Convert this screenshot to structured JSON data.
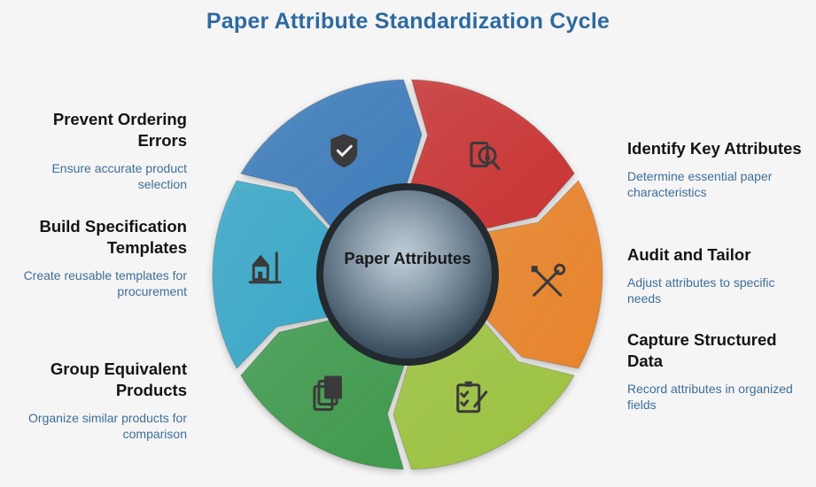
{
  "title": "Paper Attribute Standardization Cycle",
  "center_label": "Paper Attributes",
  "steps": {
    "prevent": {
      "title": "Prevent Ordering Errors",
      "desc": "Ensure accurate product selection",
      "icon": "shield-check-icon",
      "color": "#3f7dbb"
    },
    "identify": {
      "title": "Identify Key Attributes",
      "desc": "Determine essential paper characteristics",
      "icon": "magnifier-document-icon",
      "color": "#c93434"
    },
    "audit": {
      "title": "Audit and Tailor",
      "desc": "Adjust attributes to specific needs",
      "icon": "tools-icon",
      "color": "#e8832a"
    },
    "capture": {
      "title": "Capture Structured Data",
      "desc": "Record attributes in organized fields",
      "icon": "clipboard-check-icon",
      "color": "#9cc23f"
    },
    "group": {
      "title": "Group Equivalent Products",
      "desc": "Organize similar products for comparison",
      "icon": "stacked-documents-icon",
      "color": "#3f9a4d"
    },
    "build": {
      "title": "Build Specification Templates",
      "desc": "Create reusable templates for procurement",
      "icon": "building-ruler-icon",
      "color": "#3aa8c8"
    }
  }
}
